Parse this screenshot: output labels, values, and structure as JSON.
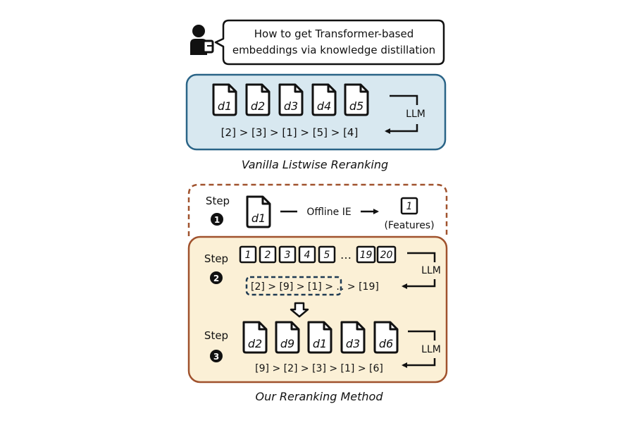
{
  "query": {
    "line1": "How to get Transformer-based",
    "line2": "embeddings via knowledge distillation"
  },
  "vanilla": {
    "docs": [
      "d1",
      "d2",
      "d3",
      "d4",
      "d5"
    ],
    "llm": "LLM",
    "ranking": "[2] > [3] > [1] > [5] > [4]",
    "caption": "Vanilla Listwise Reranking",
    "colors": {
      "fill": "#d8e8f0",
      "border": "#2a6487"
    }
  },
  "ours": {
    "step_label": "Step",
    "step1": {
      "num": "1",
      "doc": "d1",
      "arrow_label": "Offline IE",
      "feature_box": "1",
      "feature_label": "(Features)"
    },
    "step2": {
      "num": "2",
      "boxes_a": [
        "1",
        "2",
        "3",
        "4",
        "5"
      ],
      "ellipsis": "…",
      "boxes_b": [
        "19",
        "20"
      ],
      "llm": "LLM",
      "ranking_head": "[2] > [9] > [1] > .",
      "ranking_tail": ". > [19]"
    },
    "step3": {
      "num": "3",
      "docs": [
        "d2",
        "d9",
        "d1",
        "d3",
        "d6"
      ],
      "llm": "LLM",
      "ranking": "[9] > [2] > [3] > [1] > [6]"
    },
    "caption": "Our Reranking Method",
    "colors": {
      "fill": "#fbf0d6",
      "border": "#a0522d"
    }
  }
}
